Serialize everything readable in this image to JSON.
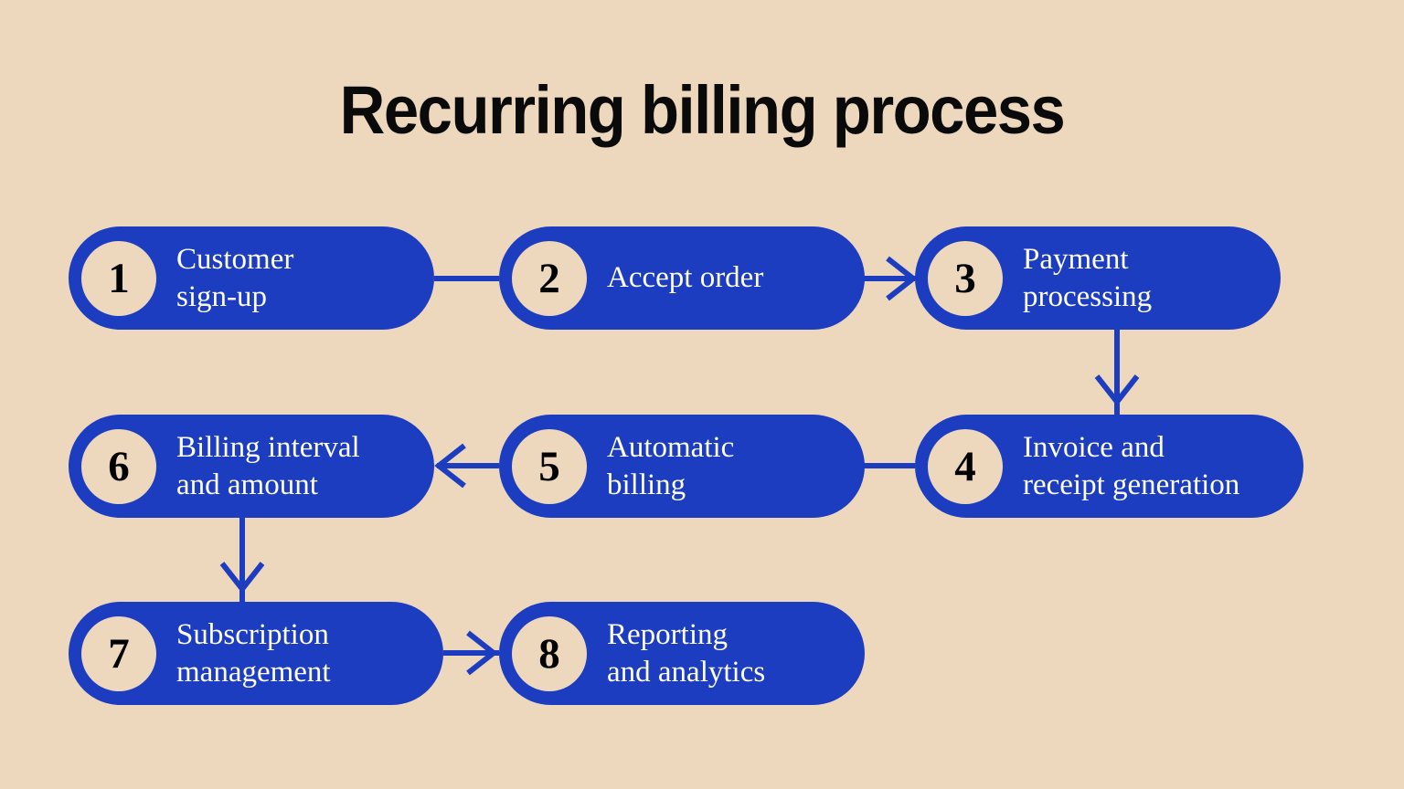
{
  "title": "Recurring billing process",
  "colors": {
    "background": "#EDD8BE",
    "node_fill": "#1D3DC0",
    "badge_fill": "#EDD8BE",
    "badge_text": "#000000",
    "node_text": "#FFFFFF",
    "title_text": "#0A0A0A",
    "connector": "#1D3DC0"
  },
  "diagram": {
    "type": "flowchart",
    "layout": "serpentine-3-rows",
    "nodes": [
      {
        "number": "1",
        "label": "Customer\nsign-up",
        "row": 1,
        "column": 1
      },
      {
        "number": "2",
        "label": "Accept order",
        "row": 1,
        "column": 2
      },
      {
        "number": "3",
        "label": "Payment\nprocessing",
        "row": 1,
        "column": 3
      },
      {
        "number": "4",
        "label": "Invoice and\nreceipt generation",
        "row": 2,
        "column": 3
      },
      {
        "number": "5",
        "label": "Automatic\nbilling",
        "row": 2,
        "column": 2
      },
      {
        "number": "6",
        "label": "Billing interval\nand amount",
        "row": 2,
        "column": 1
      },
      {
        "number": "7",
        "label": "Subscription\nmanagement",
        "row": 3,
        "column": 1
      },
      {
        "number": "8",
        "label": "Reporting\nand analytics",
        "row": 3,
        "column": 2
      }
    ],
    "connectors": [
      {
        "from": "1",
        "to": "2",
        "direction": "right",
        "arrowhead": false
      },
      {
        "from": "2",
        "to": "3",
        "direction": "right",
        "arrowhead": true
      },
      {
        "from": "3",
        "to": "4",
        "direction": "down",
        "arrowhead": true
      },
      {
        "from": "4",
        "to": "5",
        "direction": "left",
        "arrowhead": false
      },
      {
        "from": "5",
        "to": "6",
        "direction": "left",
        "arrowhead": true
      },
      {
        "from": "6",
        "to": "7",
        "direction": "down",
        "arrowhead": true
      },
      {
        "from": "7",
        "to": "8",
        "direction": "right",
        "arrowhead": true
      }
    ]
  }
}
